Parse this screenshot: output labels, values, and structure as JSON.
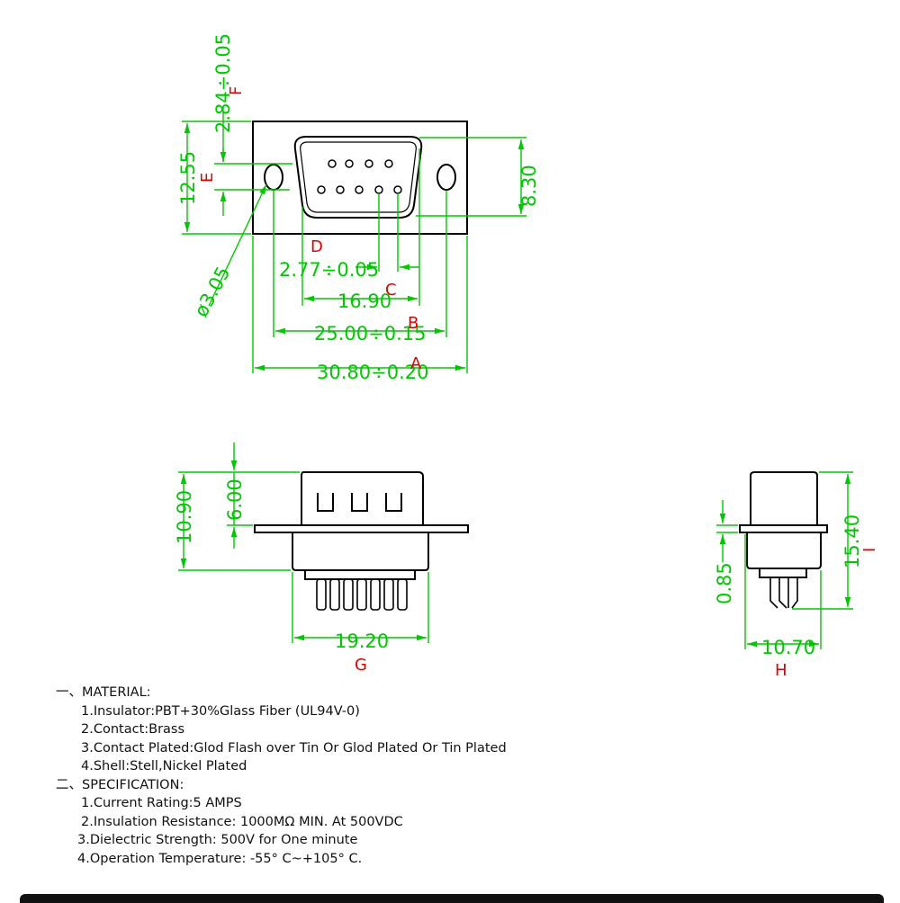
{
  "colors": {
    "outline": "#000000",
    "dimension": "#00c800",
    "label": "#e00000",
    "text": "#111111"
  },
  "top_view": {
    "dims": {
      "a": "30.80÷0.20",
      "b": "25.00÷0.15",
      "c": "16.90",
      "d": "2.77÷0.05",
      "e": "12.55",
      "f": "2.84÷0.05",
      "hole": "ø3.05",
      "height": "8.30"
    },
    "labels": {
      "a": "A",
      "b": "B",
      "c": "C",
      "d": "D",
      "e": "E",
      "f": "F"
    }
  },
  "front_view": {
    "dims": {
      "height_total": "10.90",
      "height_upper": "6.00",
      "width": "19.20"
    },
    "labels": {
      "g": "G"
    }
  },
  "side_view": {
    "dims": {
      "height": "15.40",
      "flange": "0.85",
      "width": "10.70"
    },
    "labels": {
      "h": "H",
      "i": "I"
    }
  },
  "spec": {
    "material_heading": "一、MATERIAL:",
    "material_items": [
      "1.Insulator:PBT+30%Glass Fiber (UL94V-0)",
      "2.Contact:Brass",
      "3.Contact Plated:Glod Flash over Tin Or Glod Plated Or Tin Plated",
      "4.Shell:Stell,Nickel Plated"
    ],
    "spec_heading": "二、SPECIFICATION:",
    "spec_items": [
      "1.Current Rating:5 AMPS",
      "2.Insulation Resistance: 1000MΩ MIN. At 500VDC",
      "3.Dielectric Strength: 500V for One minute",
      "4.Operation Temperature: -55° C~+105° C."
    ]
  }
}
